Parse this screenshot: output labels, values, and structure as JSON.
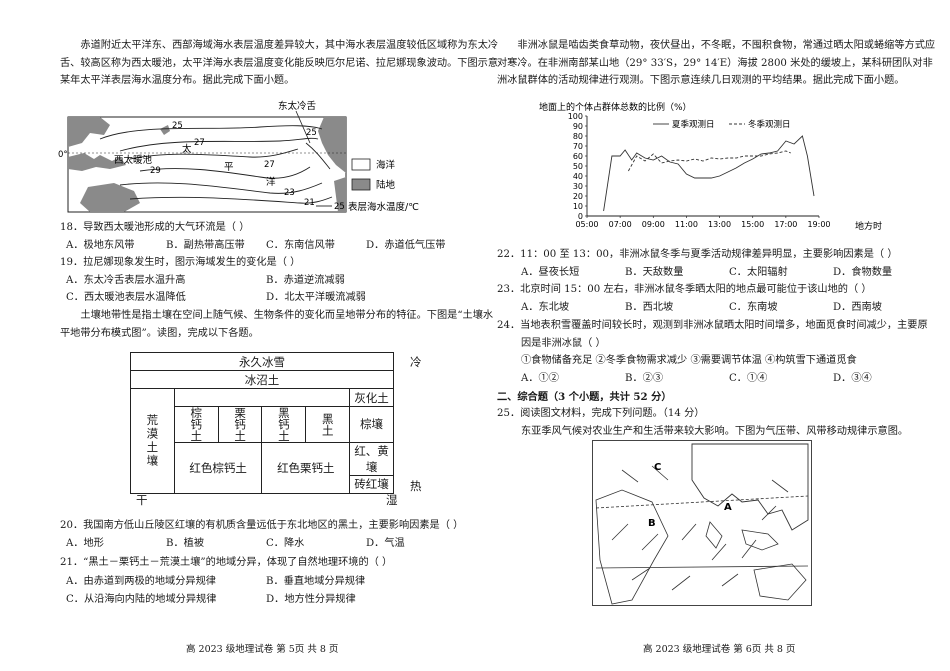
{
  "left": {
    "intro1": "赤道附近太平洋东、西部海域海水表层温度差异较大，其中海水表层温度较低区域称为东太冷舌、较高区称为西太暖池，太平洋海水表层温度变化能反映厄尔尼诺、拉尼娜现象波动。下图示意某年太平洋表层海水温度分布。据此完成下面小题。",
    "map1": {
      "labels": [
        "东太冷舌",
        "西太暖池",
        "太",
        "平",
        "洋",
        "0°"
      ],
      "isotherms": [
        "25",
        "27",
        "25",
        "29",
        "27",
        "23",
        "21"
      ],
      "legend": [
        "海洋",
        "陆地",
        "表层海水温度/℃"
      ],
      "legend_value": "25"
    },
    "q18": {
      "stem": "18．导致西太暖池形成的大气环流是（    ）",
      "options": [
        "A．极地东风带",
        "B．副热带高压带",
        "C．东南信风带",
        "D．赤道低气压带"
      ]
    },
    "q19": {
      "stem": "19．拉尼娜现象发生时，图示海域发生的变化是（    ）",
      "options": [
        "A．东太冷舌表层水温升高",
        "B．赤道逆流减弱",
        "C．西太暖池表层水温降低",
        "D．北太平洋暖流减弱"
      ]
    },
    "intro2": "土壤地带性是指土壤在空间上随气候、生物条件的变化而呈地带分布的特征。下图是“土壤水平地带分布模式图”。读图，完成以下各题。",
    "soil": {
      "permafrost": "永久冰雪",
      "tundra": "冰沼土",
      "desert": "荒漠土壤",
      "chestnut": "棕钙土",
      "chestnut2": "栗钙土",
      "black_calc": "黑钙土",
      "black": "黑土",
      "grey_forest": "灰化土",
      "brown": "棕壤",
      "red_brown_calc": "红色棕钙土",
      "red_chestnut_calc": "红色栗钙土",
      "red_yellow": "红、黄壤",
      "laterite": "砖红壤",
      "cold": "冷",
      "hot": "热",
      "dry": "干",
      "wet": "湿"
    },
    "q20": {
      "stem": "20．我国南方低山丘陵区红壤的有机质含量远低于东北地区的黑土，主要影响因素是（    ）",
      "options": [
        "A．地形",
        "B．植被",
        "C．降水",
        "D．气温"
      ]
    },
    "q21": {
      "stem": "21．“黑土－栗钙土－荒漠土壤”的地域分异，体现了自然地理环境的（    ）",
      "options": [
        "A．由赤道到两极的地域分异规律",
        "B．垂直地域分异规律",
        "C．从沿海向内陆的地域分异规律",
        "D．地方性分异规律"
      ]
    },
    "footer": "高 2023 级地理试卷  第 5页  共 8 页"
  },
  "right": {
    "intro": "非洲冰鼠是啮齿类食草动物，夜伏昼出，不冬眠，不囤积食物，常通过晒太阳或蜷缩等方式应对寒冷。在非洲南部某山地（29° 33′S，29° 14′E）海拔 2800 米处的缓坡上，某科研团队对非洲冰鼠群体的活动规律进行观测。下图示意连续几日观测的平均结果。据此完成下面小题。",
    "chart_data": {
      "type": "line",
      "ylabel": "地面上的个体占群体总数的比例（%）",
      "xlabel": "地方时",
      "categories": [
        "05:00",
        "07:00",
        "09:00",
        "11:00",
        "13:00",
        "15:00",
        "17:00",
        "19:00"
      ],
      "yticks": [
        0,
        10,
        20,
        30,
        40,
        50,
        60,
        70,
        80,
        90,
        100
      ],
      "ylim": [
        0,
        100
      ],
      "series": [
        {
          "name": "夏季观测日",
          "style": "solid",
          "points": [
            [
              6.0,
              5
            ],
            [
              6.5,
              60
            ],
            [
              7.0,
              60
            ],
            [
              7.3,
              66
            ],
            [
              7.7,
              56
            ],
            [
              8.0,
              63
            ],
            [
              8.5,
              58
            ],
            [
              9.0,
              56
            ],
            [
              9.5,
              60
            ],
            [
              10.0,
              54
            ],
            [
              10.5,
              52
            ],
            [
              11.0,
              42
            ],
            [
              11.5,
              38
            ],
            [
              12.0,
              38
            ],
            [
              12.5,
              38
            ],
            [
              13.0,
              40
            ],
            [
              13.5,
              44
            ],
            [
              14.0,
              48
            ],
            [
              14.5,
              53
            ],
            [
              15.0,
              57
            ],
            [
              15.5,
              62
            ],
            [
              16.0,
              63
            ],
            [
              16.5,
              65
            ],
            [
              17.0,
              75
            ],
            [
              17.5,
              72
            ],
            [
              18.0,
              80
            ],
            [
              18.3,
              60
            ],
            [
              18.7,
              20
            ]
          ]
        },
        {
          "name": "冬季观测日",
          "style": "dashed",
          "points": [
            [
              7.5,
              45
            ],
            [
              8.0,
              60
            ],
            [
              8.5,
              55
            ],
            [
              9.0,
              62
            ],
            [
              9.5,
              53
            ],
            [
              10.0,
              55
            ],
            [
              10.5,
              56
            ],
            [
              11.0,
              55
            ],
            [
              11.5,
              57
            ],
            [
              12.0,
              55
            ],
            [
              12.5,
              58
            ],
            [
              13.0,
              57
            ],
            [
              13.5,
              58
            ],
            [
              14.0,
              58
            ],
            [
              14.5,
              60
            ],
            [
              15.0,
              60
            ],
            [
              15.5,
              60
            ],
            [
              16.0,
              62
            ],
            [
              16.5,
              63
            ],
            [
              17.0,
              65
            ],
            [
              17.3,
              63
            ]
          ]
        }
      ]
    },
    "q22": {
      "stem": "22．11：00 至 13：00，非洲冰鼠冬季与夏季活动规律差异明显，主要影响因素是（    ）",
      "options": [
        "A．昼夜长短",
        "B．天敌数量",
        "C．太阳辐射",
        "D．食物数量"
      ]
    },
    "q23": {
      "stem": "23．北京时间 15：00 左右，非洲冰鼠冬季晒太阳的地点最可能位于该山地的（    ）",
      "options": [
        "A．东北坡",
        "B．西北坡",
        "C．东南坡",
        "D．西南坡"
      ]
    },
    "q24": {
      "stem1": "24．当地表积雪覆盖时间较长时，观测到非洲冰鼠晒太阳时间增多，地面觅食时间减少，主要原",
      "stem2": "因是非洲冰鼠（    ）",
      "items": "①食物储备充足    ②冬季食物需求减少    ③需要调节体温    ④构筑雪下通道觅食",
      "options": [
        "A．①②",
        "B．②③",
        "C．①④",
        "D．③④"
      ]
    },
    "section2": "二、综合题（3 个小题，共计 52 分）",
    "q25": {
      "stem": "25．阅读图文材料，完成下列问题。（14 分）",
      "text": "东亚季风气候对农业生产和生活带来较大影响。下图为气压带、风带移动规律示意图。"
    },
    "map2": {
      "labels": [
        "C",
        "A",
        "B"
      ]
    },
    "footer": "高 2023 级地理试卷  第 6页  共 8 页"
  }
}
